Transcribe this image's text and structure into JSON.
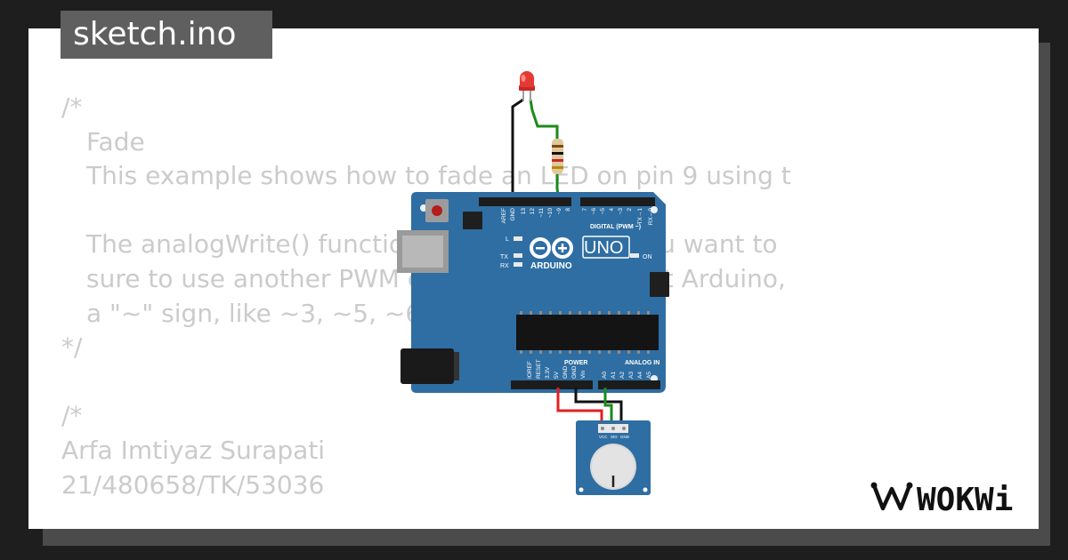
{
  "tab": {
    "filename": "sketch.ino"
  },
  "code_lines": [
    {
      "text": "/*",
      "indent": false
    },
    {
      "text": "Fade",
      "indent": true
    },
    {
      "text": "This example shows how to fade an LED on pin 9 using t",
      "indent": true
    },
    {
      "text": "",
      "indent": false
    },
    {
      "text": "The analogWrite() function uses PWM, so if you want to",
      "indent": true
    },
    {
      "text": "sure to use another PWM capable pin. On most Arduino,",
      "indent": true
    },
    {
      "text": "a \"~\" sign, like ~3, ~5, ~6, ~9, ~10 and ~11.",
      "indent": true
    },
    {
      "text": "*/",
      "indent": false
    },
    {
      "text": "",
      "indent": false
    },
    {
      "text": "/*",
      "indent": false
    },
    {
      "text": "Arfa Imtiyaz Surapati",
      "indent": false
    },
    {
      "text": "21/480658/TK/53036",
      "indent": false
    }
  ],
  "board": {
    "uno": "UNO",
    "brand": "ARDUINO",
    "on": "ON",
    "led_l": "L",
    "tx": "TX",
    "rx": "RX",
    "digital": "DIGITAL (PWM ~)",
    "power": "POWER",
    "analog_in": "ANALOG IN",
    "digital_pins": [
      "AREF",
      "GND",
      "13",
      "12",
      "~11",
      "~10",
      "~9",
      "8",
      "7",
      "~6",
      "~5",
      "4",
      "~3",
      "2",
      "TX→1",
      "RX←0"
    ],
    "power_pins": [
      "IOREF",
      "RESET",
      "3.3V",
      "5V",
      "GND",
      "GND",
      "Vin"
    ],
    "analog_pins": [
      "A0",
      "A1",
      "A2",
      "A3",
      "A4",
      "A5"
    ]
  },
  "pot": {
    "pins": [
      "VCC",
      "SIG",
      "GND"
    ]
  },
  "logo": {
    "text": "WOKWi"
  },
  "colors": {
    "board": "#2f6ea3",
    "led": "#e53935",
    "wire_black": "#111111",
    "wire_green": "#1b8a1b",
    "wire_red": "#e02020",
    "pot_body": "#2f6ea3",
    "code_text": "#cbcbcb"
  }
}
